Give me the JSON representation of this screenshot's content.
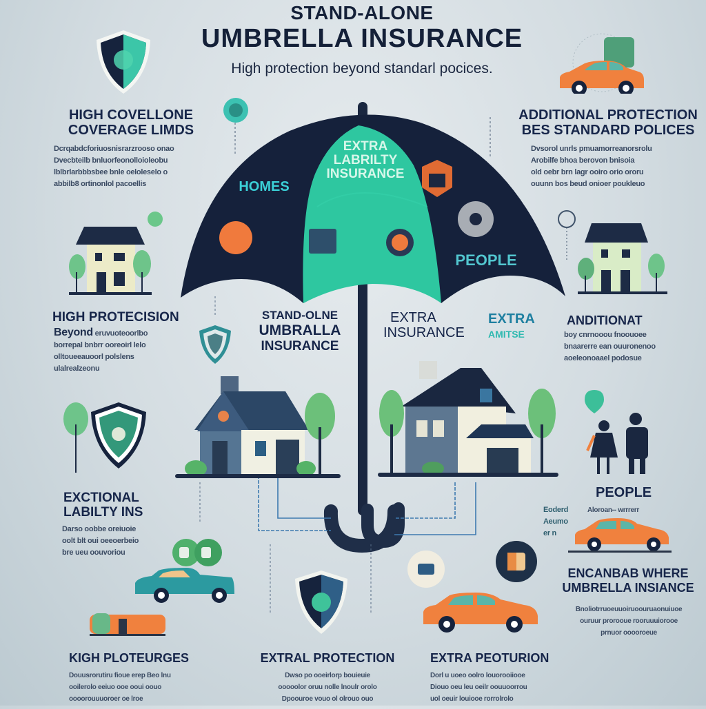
{
  "header": {
    "kicker": "STAND-ALONE",
    "title": "UMBRELLA INSURANCE",
    "subtitle": "High protection beyond standarl pocices."
  },
  "colors": {
    "navy": "#16233d",
    "teal": "#2ec7a0",
    "orange": "#f2803e",
    "green": "#5cbf6a",
    "background": "#d3dce1"
  },
  "umbrella": {
    "center_label_1": "EXTRA",
    "center_label_2": "LABRILTY",
    "center_label_3": "INSURANCE",
    "left_label": "HOMES",
    "right_label": "PEOPLE"
  },
  "sections": {
    "top_left": {
      "title_1": "HIGH COVELLONE",
      "title_2": "COVERAGE LIMDS",
      "body": [
        "Dcrqabdcforiuosnisrarzrooso onao",
        "Dvecbteilb bnluorfeonolloioleobu",
        "lblbrlarbbbsbee bnle oeloleselo o",
        "abbilb8 ortinonlol pacoellis"
      ]
    },
    "top_right": {
      "title_1": "ADDITIONAL PROTECTION",
      "title_2": "BES STANDARD POLICES",
      "body": [
        "Dvsorol unrls pmuamorreanorsrolu",
        "Arobilfe bhoa berovon bnisoia",
        "old oebr brn lagr ooiro orio ororu",
        "ouunn bos beud onioer poukleuo"
      ]
    },
    "mid_left": {
      "title": "HIGH PROTECISION",
      "lead": "Beyond",
      "body": [
        "eruvuoteoorlbo",
        "borrepal bnbrr ooreoirl lelo",
        "olltoueeauoorl polslens",
        "ulalrealzeonu"
      ]
    },
    "mid_center": {
      "title_1": "STAND-OLNE",
      "title_2": "UMBRALLA",
      "title_3": "INSURANCE"
    },
    "mid_extra": {
      "title_1": "EXTRA",
      "title_2": "INSURANCE",
      "accent_1": "EXTRA",
      "accent_2": "AMITSE"
    },
    "mid_right": {
      "title": "ANDITIONAT",
      "body": [
        "boy cnrnooou fnoouoee",
        "bnaarerre ean ouuronenoo",
        "aoeleonoaael podosue"
      ]
    },
    "lower_left": {
      "title_1": "EXCTIONAL",
      "title_2": "LABILTY INS",
      "body": [
        "Darso oobbe oreiuoie",
        "oolt blt oui oeeoerbeio",
        "bre ueu oouvoriou"
      ]
    },
    "people": {
      "title": "PEOPLE",
      "side_note": [
        "Eoderd",
        "Aeumo",
        "er n"
      ],
      "top_note": "Aloroan-- wrrrerr"
    },
    "lower_right": {
      "title_1": "ENCANBAB WHERE",
      "title_2": "UMBRELLA INSIANCE",
      "body": [
        "Bnoliotrruoeuuoiruoouruaonuiuoe",
        "ouruur prorooue rooruuuiorooe",
        "prnuor ooooroeue"
      ]
    },
    "bottom": [
      {
        "title": "KIGH PLOTEURGES",
        "body": [
          "Douusrorutiru fioue erep Beo lnu",
          "ooilerolo eeiuo ooe ooui oouo",
          "oooorouuuoroer oe lroe"
        ]
      },
      {
        "title": "EXTRAL PROTECTION",
        "body": [
          "Dwso po ooeirlorp bouieuie",
          "ooooolor oruu nolle lnoulr orolo",
          "Dpoouroe vouo ol olrouo ouo"
        ]
      },
      {
        "title": "EXTRA PEOTURION",
        "body": [
          "Dorl u uoeo oolro louorooiiooe",
          "Diouo oeu leu oeilr oouuoorrou",
          "uol oeuir louiooe rorrolrolo"
        ]
      }
    ]
  },
  "icons": {
    "shield_top_left": "shield-icon",
    "car_top_right": "car-icon",
    "house_left": "house-icon",
    "house_right": "house-icon",
    "shield_mid_small": "shield-icon",
    "shield_left_green": "shield-icon",
    "house_center_left": "house-icon",
    "house_center_right": "house-icon",
    "people": "people-icon",
    "car_right": "car-icon",
    "car_left": "car-icon",
    "shield_bottom": "shield-icon",
    "car_bottom_right": "car-icon"
  }
}
